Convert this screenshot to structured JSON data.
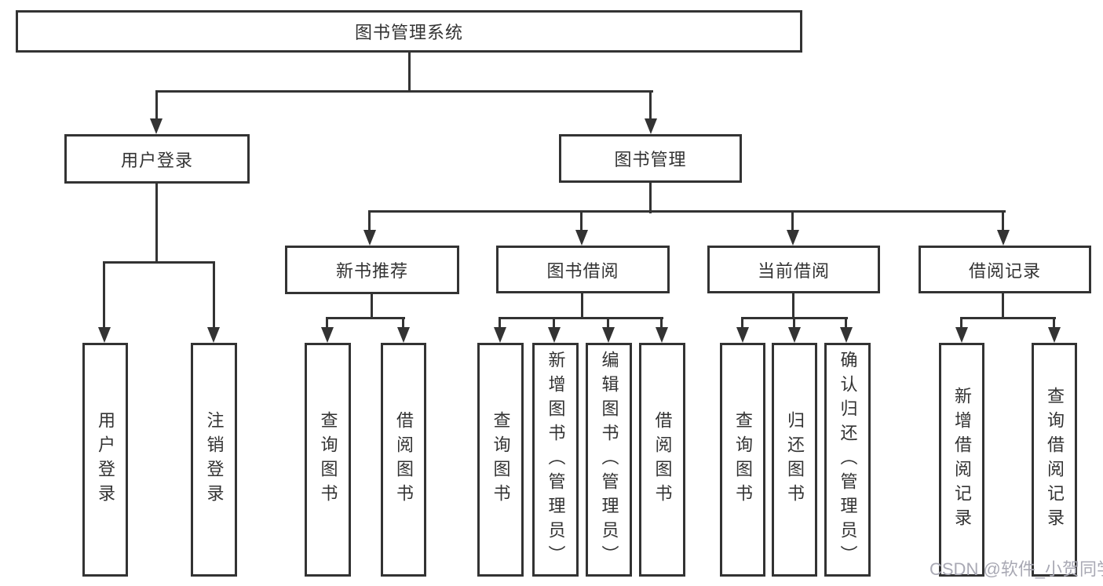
{
  "diagram": {
    "type": "hierarchy-tree",
    "title": "图书管理系统",
    "colors": {
      "line": "#333333",
      "text": "#333333",
      "box_background": "#ffffff",
      "watermark": "#a9a9b4"
    },
    "nodes": {
      "root": {
        "label": "图书管理系统"
      },
      "user_login": {
        "label": "用户登录"
      },
      "book_management": {
        "label": "图书管理"
      },
      "new_book_recommend": {
        "label": "新书推荐"
      },
      "book_borrow": {
        "label": "图书借阅"
      },
      "current_borrow": {
        "label": "当前借阅"
      },
      "borrow_records": {
        "label": "借阅记录"
      },
      "leaf_user_login": {
        "label": "用户登录"
      },
      "leaf_logout": {
        "label": "注销登录"
      },
      "leaf_rec_query_book": {
        "label": "查询图书"
      },
      "leaf_rec_borrow_book": {
        "label": "借阅图书"
      },
      "leaf_bor_query_book": {
        "label": "查询图书"
      },
      "leaf_bor_add_book": {
        "label": "新增图书（管理员）"
      },
      "leaf_bor_edit_book": {
        "label": "编辑图书（管理员）"
      },
      "leaf_bor_borrow_book": {
        "label": "借阅图书"
      },
      "leaf_cur_query_book": {
        "label": "查询图书"
      },
      "leaf_cur_return_book": {
        "label": "归还图书"
      },
      "leaf_cur_confirm_return": {
        "label": "确认归还（管理员）"
      },
      "leaf_rcd_add_record": {
        "label": "新增借阅记录"
      },
      "leaf_rcd_query_record": {
        "label": "查询借阅记录"
      }
    },
    "edges": [
      "图书管理系统→用户登录",
      "图书管理系统→图书管理",
      "用户登录→用户登录",
      "用户登录→注销登录",
      "图书管理→新书推荐",
      "图书管理→图书借阅",
      "图书管理→当前借阅",
      "图书管理→借阅记录",
      "新书推荐→查询图书",
      "新书推荐→借阅图书",
      "图书借阅→查询图书",
      "图书借阅→新增图书（管理员）",
      "图书借阅→编辑图书（管理员）",
      "图书借阅→借阅图书",
      "当前借阅→查询图书",
      "当前借阅→归还图书",
      "当前借阅→确认归还（管理员）",
      "借阅记录→新增借阅记录",
      "借阅记录→查询借阅记录"
    ],
    "watermark": {
      "text": "CSDN @软件_小贺同学"
    }
  }
}
